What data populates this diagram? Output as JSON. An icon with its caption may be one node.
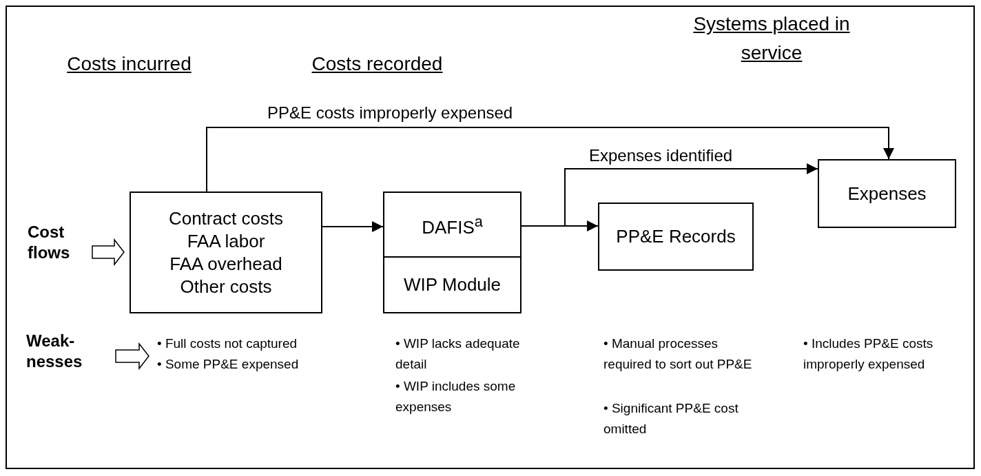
{
  "diagram": {
    "nodes": [
      {
        "text": [
          "Cost flows"
        ]
      },
      {
        "text": [
          "Contract costs",
          "FAA labor",
          "FAA overhead",
          "Other costs"
        ]
      },
      {
        "text": [
          "DAFIS$^{a}$",
          "WIP Module"
        ]
      },
      {
        "text": [
          "PP&E Records"
        ]
      },
      {
        "text": [
          "Expenses"
        ]
      },
      {
        "text": [
          "Weak- nesses"
        ]
      },
      {
        "text": [
          "• Full costs not captured",
          "• Some PP&E expensed"
        ]
      }
    ],
    "edges": [
      {
        "from": 0,
        "to": 1,
        "arrow": "to"
      },
      {
        "from": 1,
        "to": 2,
        "arrow": "to"
      },
      {
        "from": 2,
        "to": 3,
        "arrow": "to"
      },
      {
        "from": 2,
        "to": 4,
        "arrow": "to",
        "label": "Expenses identified"
      },
      {
        "from": 1,
        "to": 4,
        "arrow": "to",
        "label": "PP&E costs improperly expensed"
      },
      {
        "from": 5,
        "to": 6,
        "arrow": "to"
      }
    ],
    "labels": [
      "Costs incurred",
      "Costs recorded",
      "Systems placed in service",
      "• WIP lacks adequate detail",
      "• WIP includes some expenses",
      "• Manual processes required to sort out PP&E",
      "• Significant PP&E cost omitted",
      "• Includes PP&E costs improperly expensed"
    ]
  }
}
